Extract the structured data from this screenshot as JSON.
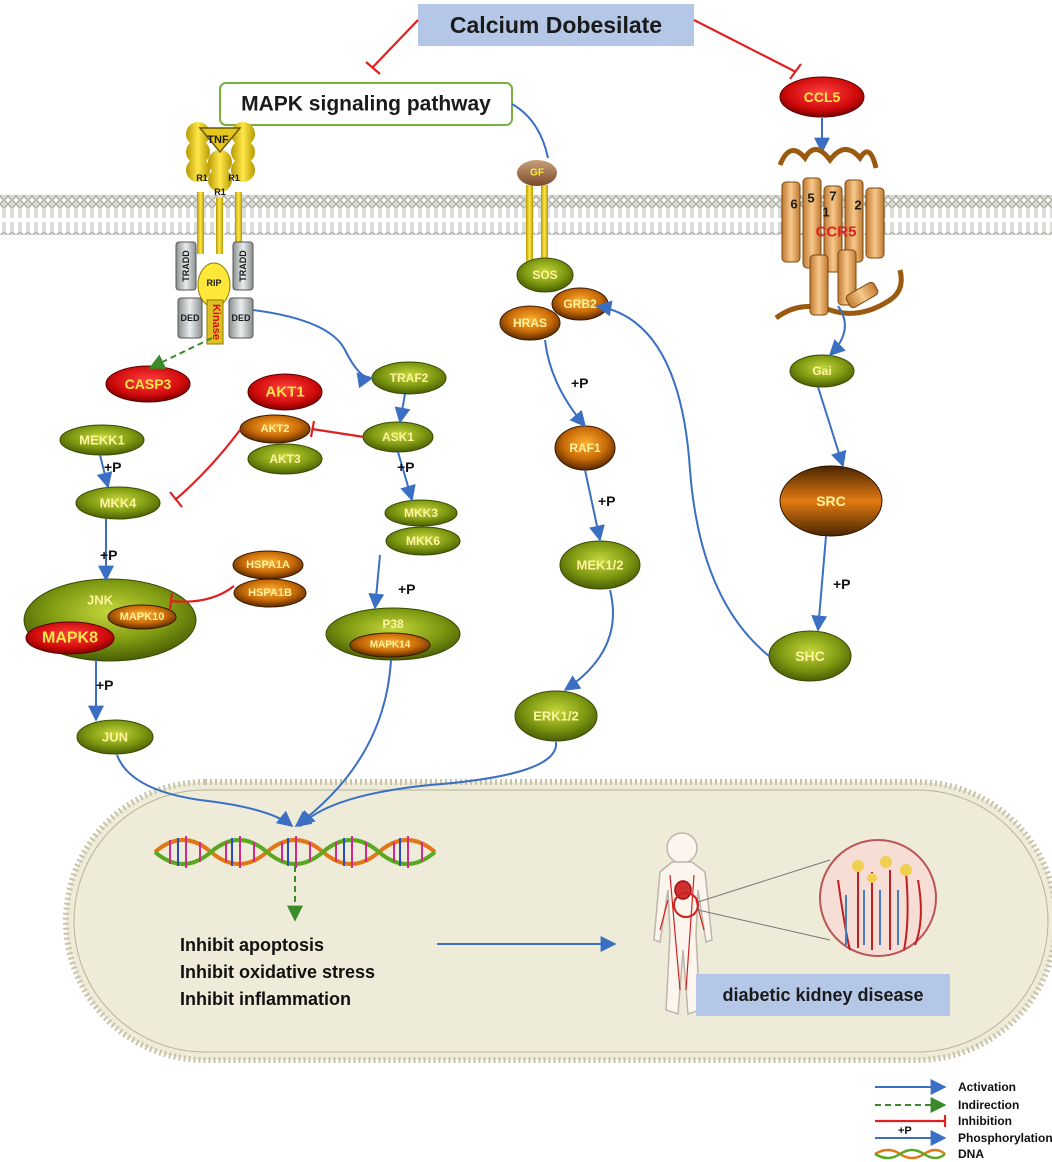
{
  "title": "Calcium Dobesilate",
  "pathway_label": "MAPK signaling pathway",
  "receptor": {
    "tnf": "TNF",
    "r1_left": "R1",
    "r1_right": "R1",
    "r1_center": "R1",
    "tradd_left": "TRADD",
    "tradd_right": "TRADD",
    "rip": "RIP",
    "kinase": "Kinase",
    "ded_left": "DED",
    "ded_right": "DED"
  },
  "gf_receptor": {
    "gf": "GF",
    "sos": "SOS",
    "grb2": "GRB2",
    "hras": "HRAS"
  },
  "chemokine": {
    "ccl5": "CCL5",
    "ccr5": "CCR5",
    "helix_numbers": [
      "6",
      "5",
      "7",
      "1",
      "2"
    ]
  },
  "nodes": {
    "casp3": "CASP3",
    "mekk1": "MEKK1",
    "mkk4": "MKK4",
    "jnk": "JNK",
    "mapk10": "MAPK10",
    "mapk8": "MAPK8",
    "jun": "JUN",
    "akt1": "AKT1",
    "akt2": "AKT2",
    "akt3": "AKT3",
    "hspa1a": "HSPA1A",
    "hspa1b": "HSPA1B",
    "traf2": "TRAF2",
    "ask1": "ASK1",
    "mkk3": "MKK3",
    "mkk6": "MKK6",
    "p38": "P38",
    "mapk14": "MAPK14",
    "raf1": "RAF1",
    "mek12": "MEK1/2",
    "erk12": "ERK1/2",
    "gai": "Gai",
    "src": "SRC",
    "shc": "SHC"
  },
  "phospho_label": "+P",
  "outcomes": [
    "Inhibit apoptosis",
    "Inhibit oxidative stress",
    "Inhibit inflammation"
  ],
  "disease": "diabetic kidney disease",
  "legend": [
    {
      "label": "Activation"
    },
    {
      "label": "Indirection"
    },
    {
      "label": "Inhibition"
    },
    {
      "label": "Phosphorylation",
      "mark": "+P"
    },
    {
      "label": "DNA"
    }
  ],
  "colors": {
    "activation": "#3a6fc4",
    "inhibition": "#e02020",
    "indirection": "#3a8a2a",
    "olive_node": "#7a9a10",
    "orange_node": "#c8700a",
    "red_node": "#d01010",
    "title_box": "#b4c7e7"
  }
}
